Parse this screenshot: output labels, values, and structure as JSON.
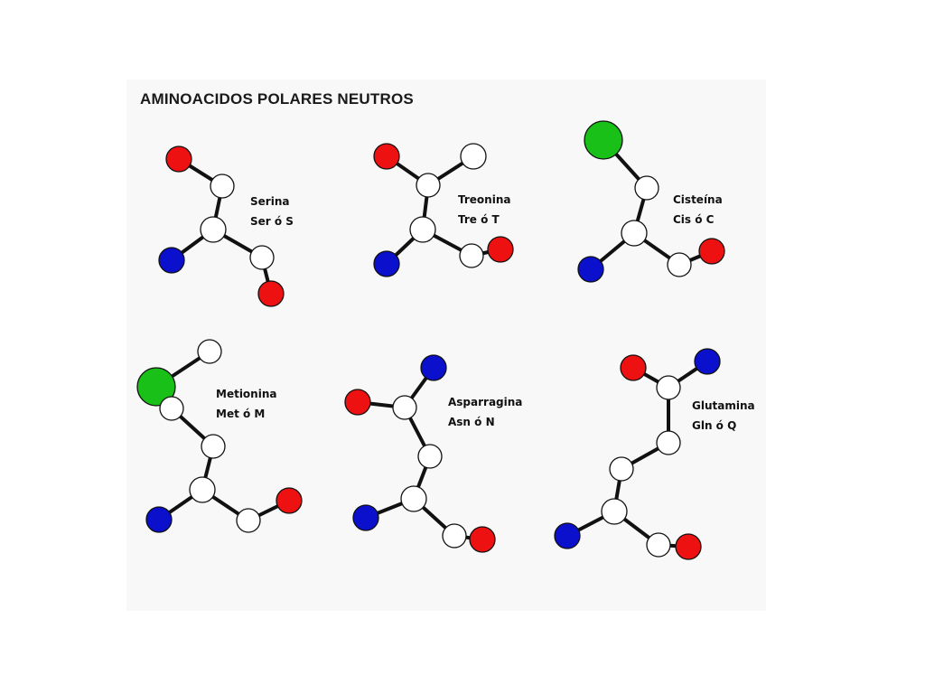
{
  "title": "AMINOACIDOS POLARES NEUTROS",
  "atom_colors": {
    "oxygen": "#ee1111",
    "nitrogen": "#0a10cc",
    "sulfur": "#18c018",
    "carbon": "#ffffff"
  },
  "amino_acids": [
    {
      "name": "Serina",
      "code": "Ser ó S"
    },
    {
      "name": "Treonina",
      "code": "Tre ó T"
    },
    {
      "name": "Cisteína",
      "code": "Cis ó C"
    },
    {
      "name": "Metionina",
      "code": "Met ó M"
    },
    {
      "name": "Asparragina",
      "code": "Asn ó N"
    },
    {
      "name": "Glutamina",
      "code": "Gln ó Q"
    }
  ]
}
